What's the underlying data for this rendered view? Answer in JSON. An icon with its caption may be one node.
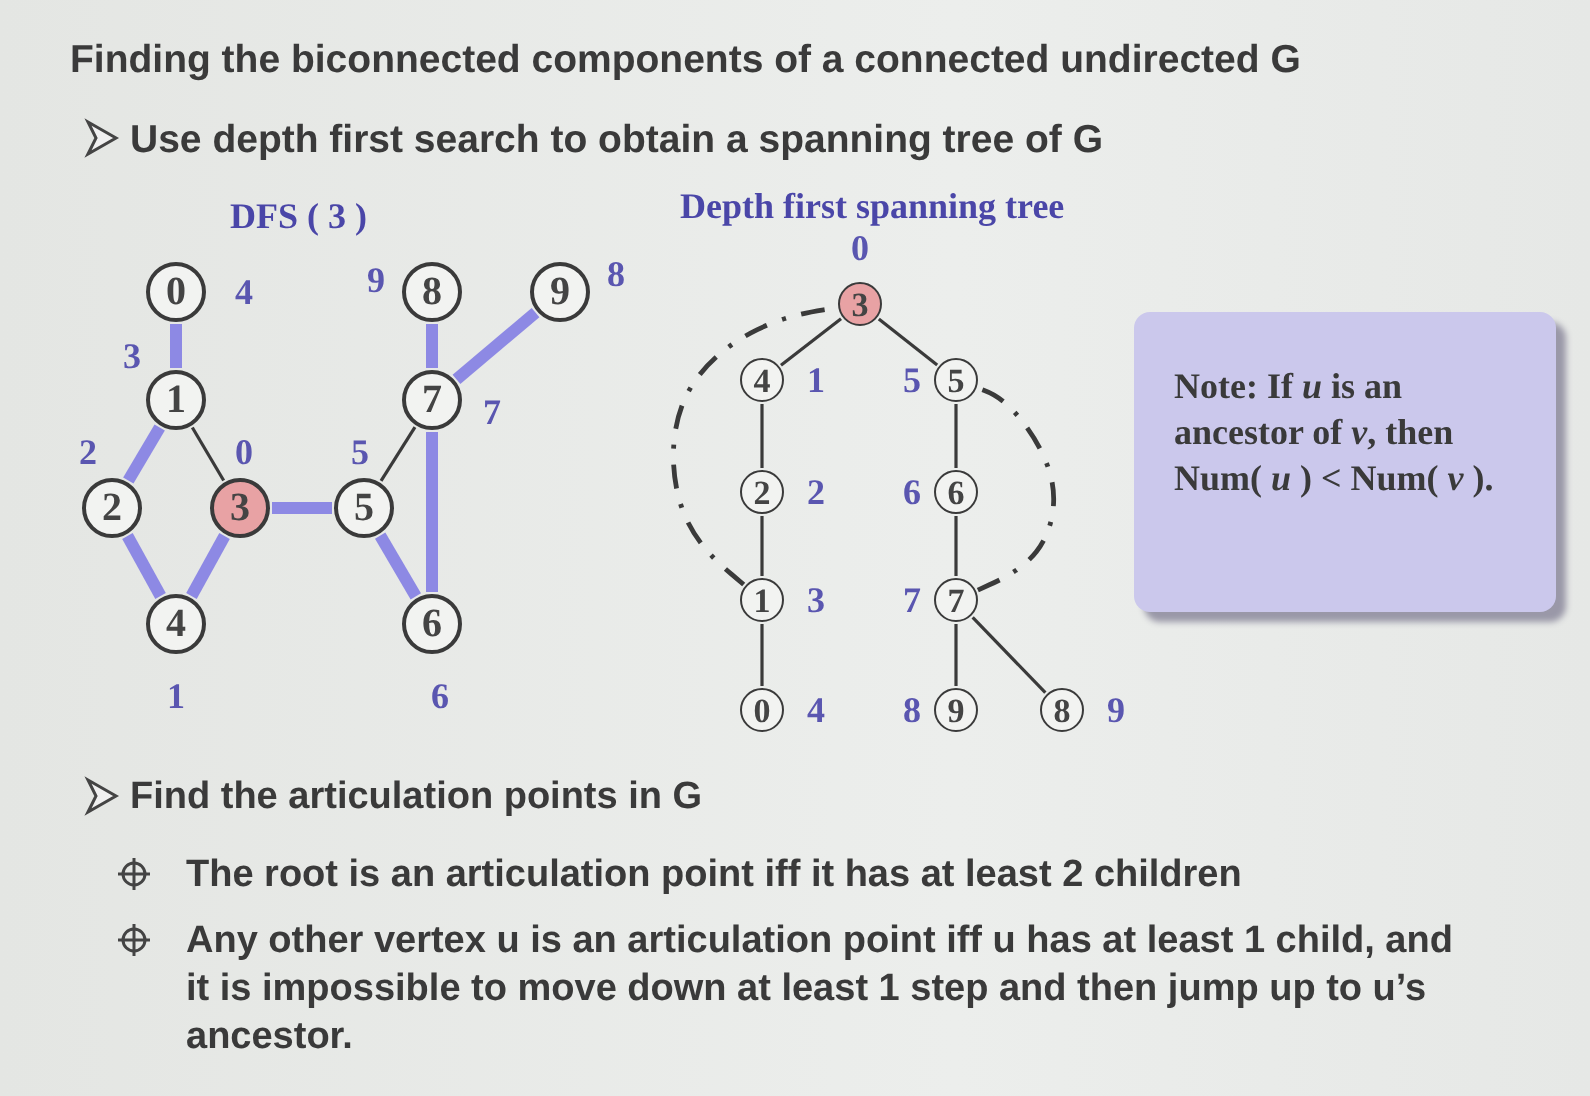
{
  "diagram": {
    "title": "Finding the biconnected components of a connected undirected G",
    "nodes": [
      {
        "text": [
          "0"
        ],
        "beside": [
          "4"
        ]
      },
      {
        "text": [
          "1"
        ],
        "beside": [
          "3"
        ]
      },
      {
        "text": [
          "2"
        ],
        "beside": [
          "2"
        ]
      },
      {
        "text": [
          "3"
        ],
        "beside": [
          "0"
        ]
      },
      {
        "text": [
          "4"
        ],
        "beside": [
          "1"
        ]
      },
      {
        "text": [
          "5"
        ],
        "beside": [
          "5"
        ]
      },
      {
        "text": [
          "6"
        ],
        "beside": [
          "6"
        ]
      },
      {
        "text": [
          "7"
        ],
        "beside": [
          "7"
        ]
      },
      {
        "text": [
          "8"
        ],
        "beside": [
          "9"
        ]
      },
      {
        "text": [
          "9"
        ],
        "beside": [
          "8"
        ]
      },
      {
        "text": [
          "3"
        ],
        "beside": [
          "0"
        ]
      },
      {
        "text": [
          "4"
        ],
        "beside": [
          "1"
        ]
      },
      {
        "text": [
          "5"
        ],
        "beside": [
          "5"
        ]
      },
      {
        "text": [
          "2"
        ],
        "beside": [
          "2"
        ]
      },
      {
        "text": [
          "6"
        ],
        "beside": [
          "6"
        ]
      },
      {
        "text": [
          "1"
        ],
        "beside": [
          "3"
        ]
      },
      {
        "text": [
          "7"
        ],
        "beside": [
          "7"
        ]
      },
      {
        "text": [
          "0"
        ],
        "beside": [
          "4"
        ]
      },
      {
        "text": [
          "9"
        ],
        "beside": [
          "8"
        ]
      },
      {
        "text": [
          "8"
        ],
        "beside": [
          "9"
        ]
      },
      {
        "text": [
          "Note: If *u* is an ancestor of *v*, then Num( *u* ) < Num( *v* )."
        ]
      }
    ],
    "edges": [
      {
        "from": 0,
        "to": 1,
        "arrow": "none",
        "style": "thick",
        "color": "#8d89e4"
      },
      {
        "from": 1,
        "to": 2,
        "arrow": "none",
        "style": "thick",
        "color": "#8d89e4"
      },
      {
        "from": 1,
        "to": 3,
        "arrow": "none"
      },
      {
        "from": 2,
        "to": 4,
        "arrow": "none",
        "style": "thick",
        "color": "#8d89e4"
      },
      {
        "from": 4,
        "to": 3,
        "arrow": "none",
        "style": "thick",
        "color": "#8d89e4"
      },
      {
        "from": 3,
        "to": 5,
        "arrow": "none",
        "style": "thick",
        "color": "#8d89e4"
      },
      {
        "from": 5,
        "to": 7,
        "arrow": "none"
      },
      {
        "from": 5,
        "to": 6,
        "arrow": "none",
        "style": "thick",
        "color": "#8d89e4"
      },
      {
        "from": 6,
        "to": 7,
        "arrow": "none",
        "style": "thick",
        "color": "#8d89e4"
      },
      {
        "from": 7,
        "to": 8,
        "arrow": "none",
        "style": "thick",
        "color": "#8d89e4"
      },
      {
        "from": 7,
        "to": 9,
        "arrow": "none",
        "style": "thick",
        "color": "#8d89e4"
      },
      {
        "from": 10,
        "to": 11,
        "arrow": "none"
      },
      {
        "from": 11,
        "to": 13,
        "arrow": "none"
      },
      {
        "from": 13,
        "to": 15,
        "arrow": "none"
      },
      {
        "from": 15,
        "to": 17,
        "arrow": "none"
      },
      {
        "from": 10,
        "to": 12,
        "arrow": "none"
      },
      {
        "from": 12,
        "to": 14,
        "arrow": "none"
      },
      {
        "from": 14,
        "to": 16,
        "arrow": "none"
      },
      {
        "from": 16,
        "to": 18,
        "arrow": "none"
      },
      {
        "from": 16,
        "to": 19,
        "arrow": "none"
      },
      {
        "from": 15,
        "to": 10,
        "arrow": "none",
        "style": "dashed"
      },
      {
        "from": 16,
        "to": 12,
        "arrow": "none",
        "style": "dashed"
      }
    ],
    "labels": [
      "Use depth first search to obtain a spanning tree of G",
      "DFS ( 3 )",
      "Depth first spanning tree",
      "Find the articulation points in G",
      "The root is an articulation point iff it has at least 2 children",
      "Any other vertex u is an articulation point iff u has at least 1 child, and it is impossible to move down at least 1 step and then jump up to u’s ancestor."
    ]
  }
}
